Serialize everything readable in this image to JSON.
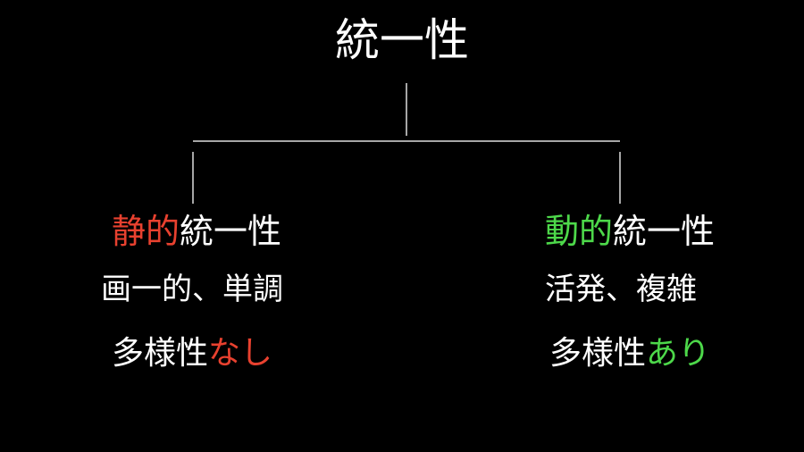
{
  "colors": {
    "background": "#000000",
    "text": "#ffffff",
    "static_accent": "#e8412f",
    "dynamic_accent": "#4dd84a",
    "connector": "#dddddd"
  },
  "root": {
    "label": "統一性"
  },
  "left": {
    "title_accent": "静的",
    "title_rest": "統一性",
    "description": "画一的、単調",
    "diversity_prefix": "多様性",
    "diversity_value": "なし"
  },
  "right": {
    "title_accent": "動的",
    "title_rest": "統一性",
    "description": "活発、複雑",
    "diversity_prefix": "多様性",
    "diversity_value": "あり"
  }
}
